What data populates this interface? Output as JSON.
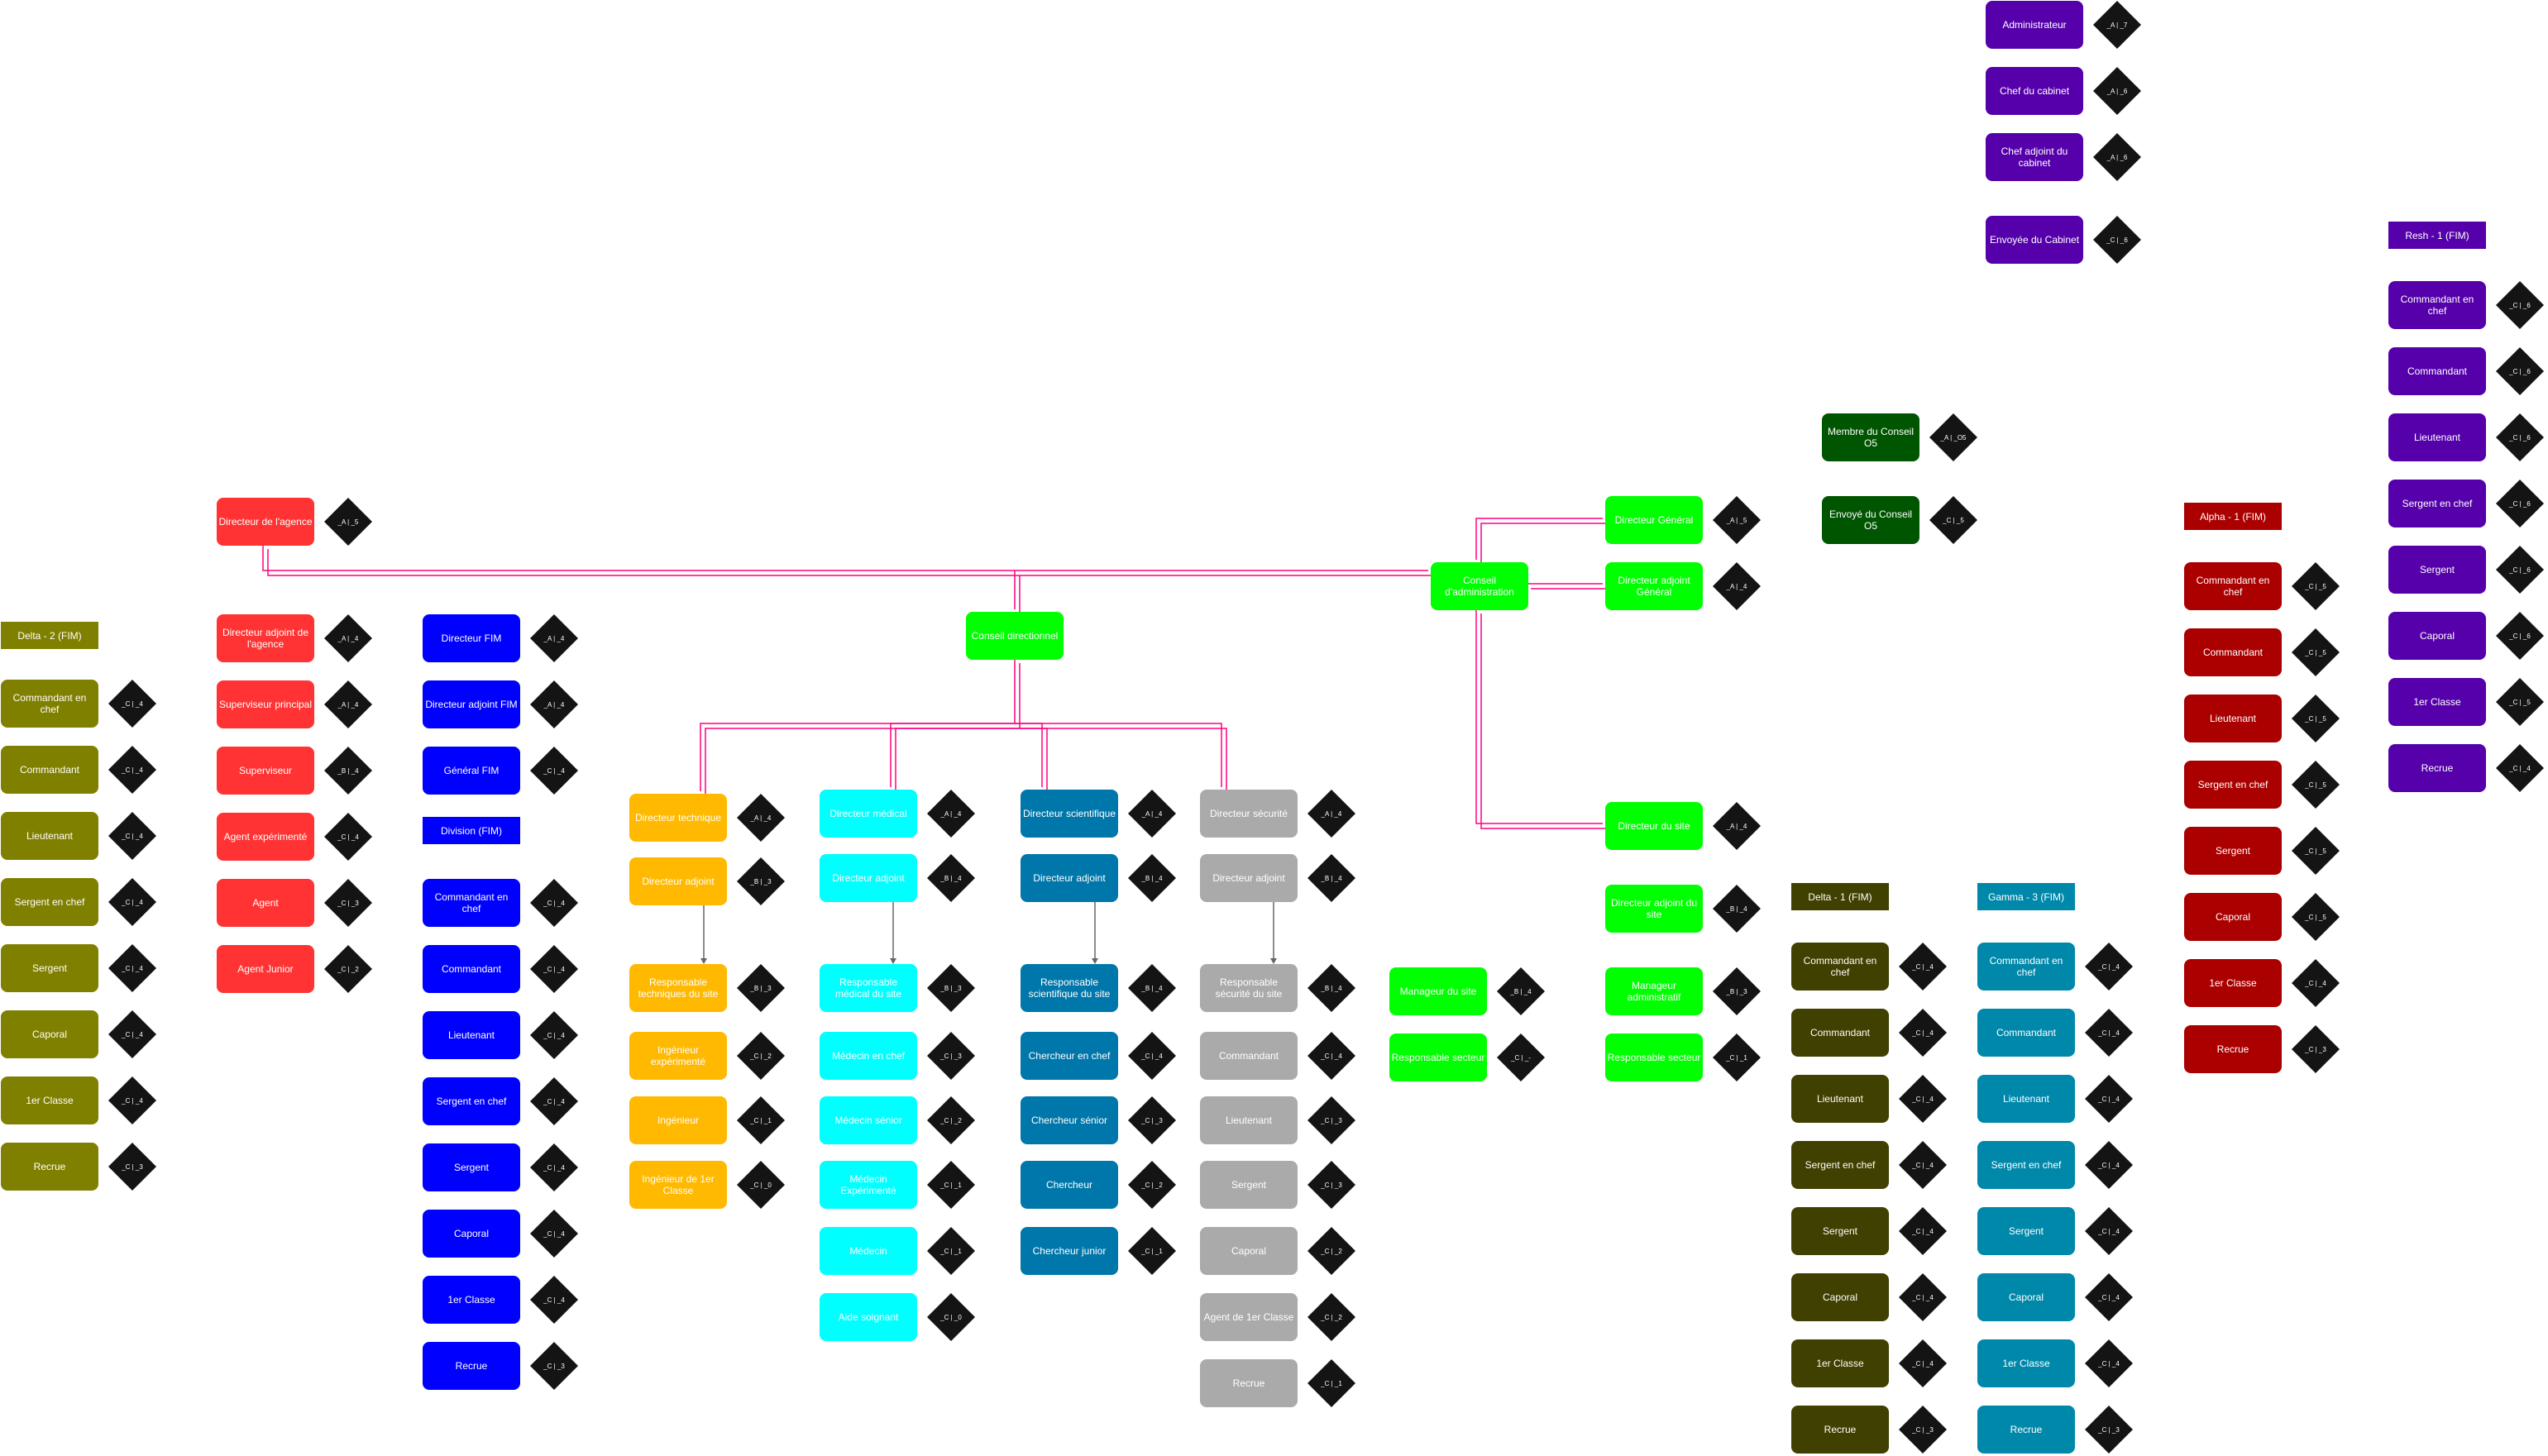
{
  "colors": {
    "red": "#ff3333",
    "blue": "#0000ff",
    "olive": "#808000",
    "amber": "#ffb900",
    "cyan": "#00ffff",
    "steel": "#0077aa",
    "gray": "#aaaaaa",
    "green": "#00ff00",
    "dark_green": "#005500",
    "purple": "#5500aa",
    "dark_olive": "#404000",
    "teal": "#0088aa",
    "dark_red": "#aa0000",
    "badge": "#141414",
    "connector": "#ff0080",
    "arrow": "#666666"
  },
  "groups": [
    {
      "id": "agency",
      "color": "red",
      "header": null,
      "nodes": [
        {
          "label": "Directeur de l'agence",
          "badge": "_A | _5"
        },
        {
          "label": "Directeur adjoint de l'agence",
          "badge": "_A | _4"
        },
        {
          "label": "Superviseur principal",
          "badge": "_A | _4"
        },
        {
          "label": "Superviseur",
          "badge": "_B | _4"
        },
        {
          "label": "Agent expérimenté",
          "badge": "_C | _4"
        },
        {
          "label": "Agent",
          "badge": "_C | _3"
        },
        {
          "label": "Agent Junior",
          "badge": "_C | _2"
        }
      ]
    },
    {
      "id": "delta2",
      "color": "olive",
      "header": "Delta - 2 (FIM)",
      "nodes": [
        {
          "label": "Commandant en chef",
          "badge": "_C | _4"
        },
        {
          "label": "Commandant",
          "badge": "_C | _4"
        },
        {
          "label": "Lieutenant",
          "badge": "_C | _4"
        },
        {
          "label": "Sergent en chef",
          "badge": "_C | _4"
        },
        {
          "label": "Sergent",
          "badge": "_C | _4"
        },
        {
          "label": "Caporal",
          "badge": "_C | _4"
        },
        {
          "label": "1er Classe",
          "badge": "_C | _4"
        },
        {
          "label": "Recrue",
          "badge": "_C | _3"
        }
      ]
    },
    {
      "id": "fim",
      "color": "blue",
      "header": null,
      "nodes": [
        {
          "label": "Directeur FIM",
          "badge": "_A | _4"
        },
        {
          "label": "Directeur adjoint FIM",
          "badge": "_A | _4"
        },
        {
          "label": "Général FIM",
          "badge": "_C | _4"
        }
      ]
    },
    {
      "id": "division",
      "color": "blue",
      "header": "Division (FIM)",
      "nodes": [
        {
          "label": "Commandant en chef",
          "badge": "_C | _4"
        },
        {
          "label": "Commandant",
          "badge": "_C | _4"
        },
        {
          "label": "Lieutenant",
          "badge": "_C | _4"
        },
        {
          "label": "Sergent en chef",
          "badge": "_C | _4"
        },
        {
          "label": "Sergent",
          "badge": "_C | _4"
        },
        {
          "label": "Caporal",
          "badge": "_C | _4"
        },
        {
          "label": "1er Classe",
          "badge": "_C | _4"
        },
        {
          "label": "Recrue",
          "badge": "_C | _3"
        }
      ]
    },
    {
      "id": "technique",
      "color": "amber",
      "header": null,
      "nodes": [
        {
          "label": "Directeur technique",
          "badge": "_A | _4"
        },
        {
          "label": "Directeur adjoint",
          "badge": "_B | _3"
        },
        {
          "label": "Responsable techniques du site",
          "badge": "_B | _3"
        },
        {
          "label": "Ingénieur expérimenté",
          "badge": "_C | _2"
        },
        {
          "label": "Ingénieur",
          "badge": "_C | _1"
        },
        {
          "label": "Ingénieur de 1er Classe",
          "badge": "_C | _0"
        }
      ]
    },
    {
      "id": "medical",
      "color": "cyan",
      "header": null,
      "nodes": [
        {
          "label": "Directeur médical",
          "badge": "_A | _4"
        },
        {
          "label": "Directeur adjoint",
          "badge": "_B | _4"
        },
        {
          "label": "Responsable médical du site",
          "badge": "_B | _3"
        },
        {
          "label": "Médecin en chef",
          "badge": "_C | _3"
        },
        {
          "label": "Médecin sénior",
          "badge": "_C | _2"
        },
        {
          "label": "Médecin Expérimenté",
          "badge": "_C | _1"
        },
        {
          "label": "Médecin",
          "badge": "_C | _1"
        },
        {
          "label": "Aide soignant",
          "badge": "_C | _0"
        }
      ]
    },
    {
      "id": "scientifique",
      "color": "steel",
      "header": null,
      "nodes": [
        {
          "label": "Directeur scientifique",
          "badge": "_A | _4"
        },
        {
          "label": "Directeur adjoint",
          "badge": "_B | _4"
        },
        {
          "label": "Responsable scientifique du site",
          "badge": "_B | _4"
        },
        {
          "label": "Chercheur en chef",
          "badge": "_C | _4"
        },
        {
          "label": "Chercheur sénior",
          "badge": "_C | _3"
        },
        {
          "label": "Chercheur",
          "badge": "_C | _2"
        },
        {
          "label": "Chercheur junior",
          "badge": "_C | _1"
        }
      ]
    },
    {
      "id": "securite",
      "color": "gray",
      "header": null,
      "nodes": [
        {
          "label": "Directeur sécurité",
          "badge": "_A | _4"
        },
        {
          "label": "Directeur adjoint",
          "badge": "_B | _4"
        },
        {
          "label": "Responsable sécurité du site",
          "badge": "_B | _4"
        },
        {
          "label": "Commandant",
          "badge": "_C | _4"
        },
        {
          "label": "Lieutenant",
          "badge": "_C | _3"
        },
        {
          "label": "Sergent",
          "badge": "_C | _3"
        },
        {
          "label": "Caporal",
          "badge": "_C | _2"
        },
        {
          "label": "Agent de 1er Classe",
          "badge": "_C | _2"
        },
        {
          "label": "Recrue",
          "badge": "_C | _1"
        }
      ]
    },
    {
      "id": "councils",
      "color": "green",
      "header": null,
      "nodes": [
        {
          "label": "Conseil directionnel",
          "badge": null
        },
        {
          "label": "Conseil d'administration",
          "badge": null
        }
      ]
    },
    {
      "id": "direction",
      "color": "green",
      "header": null,
      "nodes": [
        {
          "label": "Directeur Général",
          "badge": "_A | _5"
        },
        {
          "label": "Directeur adjoint Général",
          "badge": "_A | _4"
        },
        {
          "label": "Directeur du site",
          "badge": "_A | _4"
        },
        {
          "label": "Directeur adjoint du site",
          "badge": "_B | _4"
        },
        {
          "label": "Manageur administratif",
          "badge": "_B | _3"
        },
        {
          "label": "Responsable secteur",
          "badge": "_C | _1"
        },
        {
          "label": "Manageur du site",
          "badge": "_B | _4"
        },
        {
          "label": "Responsable secteur",
          "badge": "_C | _-"
        }
      ]
    },
    {
      "id": "o5",
      "color": "dark_green",
      "header": null,
      "nodes": [
        {
          "label": "Membre du Conseil O5",
          "badge": "_A | _O5"
        },
        {
          "label": "Envoyé du Conseil O5",
          "badge": "_C | _5"
        }
      ]
    },
    {
      "id": "cabinet",
      "color": "purple",
      "header": null,
      "nodes": [
        {
          "label": "Administrateur",
          "badge": "_A | _7"
        },
        {
          "label": "Chef du cabinet",
          "badge": "_A | _6"
        },
        {
          "label": "Chef adjoint du cabinet",
          "badge": "_A | _6"
        },
        {
          "label": "Envoyée du Cabinet",
          "badge": "_C | _6"
        }
      ]
    },
    {
      "id": "delta1",
      "color": "dark_olive",
      "header": "Delta - 1 (FIM)",
      "nodes": [
        {
          "label": "Commandant en chef",
          "badge": "_C | _4"
        },
        {
          "label": "Commandant",
          "badge": "_C | _4"
        },
        {
          "label": "Lieutenant",
          "badge": "_C | _4"
        },
        {
          "label": "Sergent en chef",
          "badge": "_C | _4"
        },
        {
          "label": "Sergent",
          "badge": "_C | _4"
        },
        {
          "label": "Caporal",
          "badge": "_C | _4"
        },
        {
          "label": "1er Classe",
          "badge": "_C | _4"
        },
        {
          "label": "Recrue",
          "badge": "_C | _3"
        }
      ]
    },
    {
      "id": "gamma3",
      "color": "teal",
      "header": "Gamma - 3 (FIM)",
      "nodes": [
        {
          "label": "Commandant en chef",
          "badge": "_C | _4"
        },
        {
          "label": "Commandant",
          "badge": "_C | _4"
        },
        {
          "label": "Lieutenant",
          "badge": "_C | _4"
        },
        {
          "label": "Sergent en chef",
          "badge": "_C | _4"
        },
        {
          "label": "Sergent",
          "badge": "_C | _4"
        },
        {
          "label": "Caporal",
          "badge": "_C | _4"
        },
        {
          "label": "1er Classe",
          "badge": "_C | _4"
        },
        {
          "label": "Recrue",
          "badge": "_C | _3"
        }
      ]
    },
    {
      "id": "alpha1",
      "color": "dark_red",
      "header": "Alpha - 1 (FIM)",
      "nodes": [
        {
          "label": "Commandant en chef",
          "badge": "_C | _5"
        },
        {
          "label": "Commandant",
          "badge": "_C | _5"
        },
        {
          "label": "Lieutenant",
          "badge": "_C | _5"
        },
        {
          "label": "Sergent en chef",
          "badge": "_C | _5"
        },
        {
          "label": "Sergent",
          "badge": "_C | _5"
        },
        {
          "label": "Caporal",
          "badge": "_C | _5"
        },
        {
          "label": "1er Classe",
          "badge": "_C | _4"
        },
        {
          "label": "Recrue",
          "badge": "_C | _3"
        }
      ]
    },
    {
      "id": "resh1",
      "color": "purple",
      "header": "Resh - 1 (FIM)",
      "nodes": [
        {
          "label": "Commandant en chef",
          "badge": "_C | _6"
        },
        {
          "label": "Commandant",
          "badge": "_C | _6"
        },
        {
          "label": "Lieutenant",
          "badge": "_C | _6"
        },
        {
          "label": "Sergent en chef",
          "badge": "_C | _6"
        },
        {
          "label": "Sergent",
          "badge": "_C | _6"
        },
        {
          "label": "Caporal",
          "badge": "_C | _6"
        },
        {
          "label": "1er Classe",
          "badge": "_C | _5"
        },
        {
          "label": "Recrue",
          "badge": "_C | _4"
        }
      ]
    }
  ]
}
